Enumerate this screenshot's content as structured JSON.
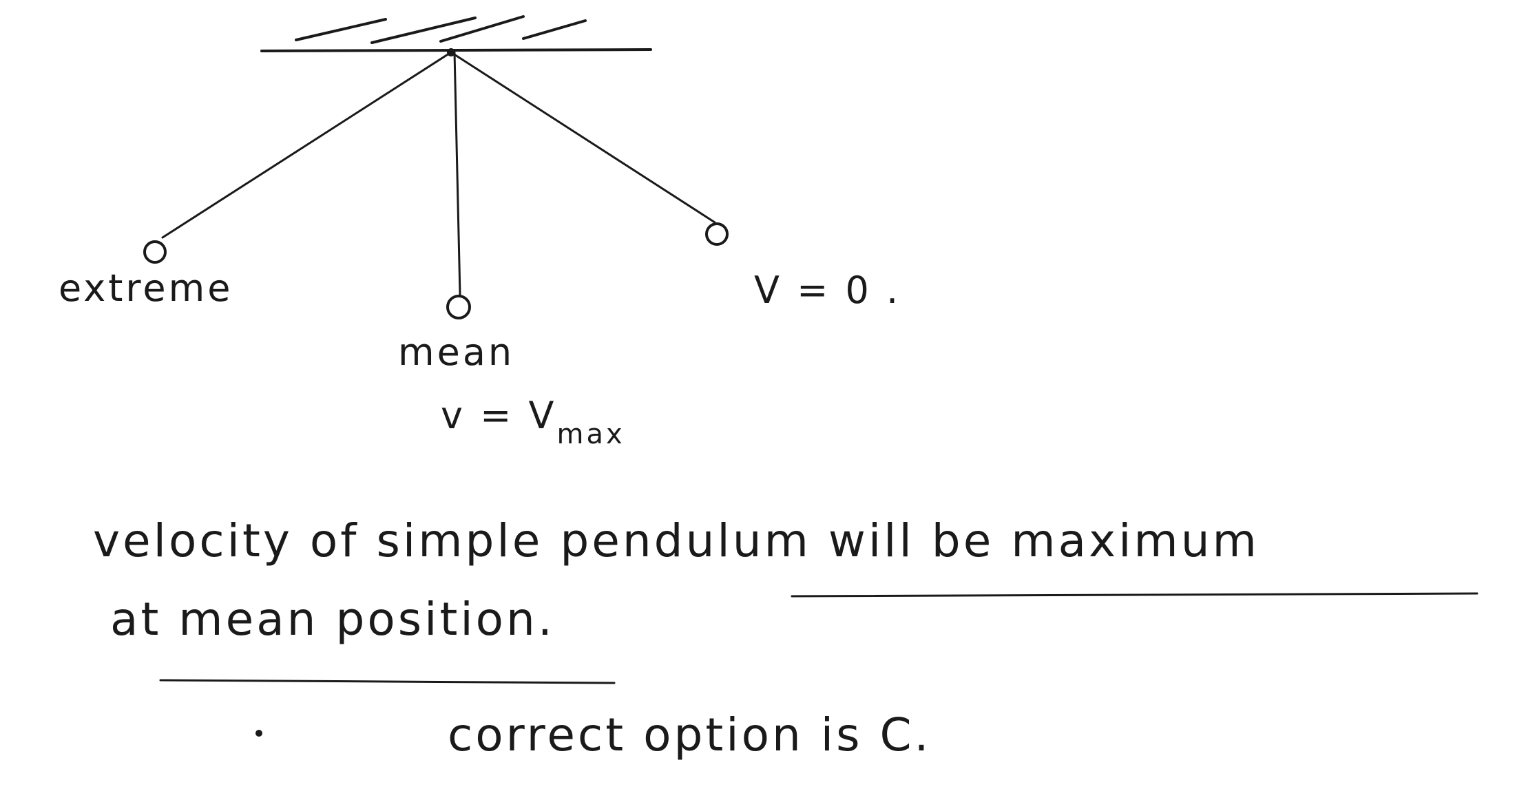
{
  "diagram": {
    "labels": {
      "extreme": "extreme",
      "mean": "mean",
      "v_zero": "V = 0 .",
      "v_max_main": "v = V",
      "v_max_sub": "max"
    },
    "text": {
      "line1": "velocity of simple pendulum will be maximum",
      "line2": "at mean position.",
      "line3": "correct option is C."
    },
    "colors": {
      "ink": "#1a1a1a",
      "paper": "#ffffff"
    }
  }
}
